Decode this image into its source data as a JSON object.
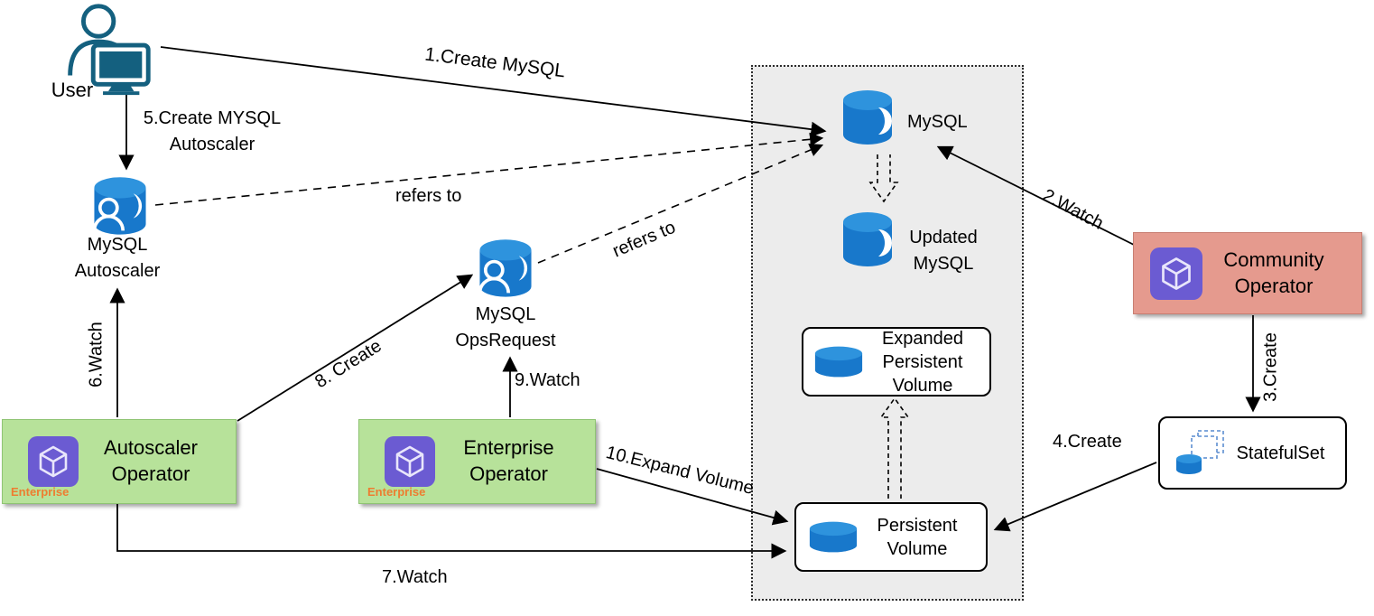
{
  "diagram": {
    "nodes": {
      "user": {
        "label": "User"
      },
      "mysql_autoscaler": {
        "label": "MySQL Autoscaler"
      },
      "mysql_opsrequest": {
        "label": "MySQL OpsRequest"
      },
      "mysql": {
        "label": "MySQL"
      },
      "updated_mysql": {
        "label": "Updated MySQL"
      },
      "expanded_pv": {
        "label": "Expanded Persistent Volume"
      },
      "persistent_volume": {
        "label": "Persistent Volume"
      },
      "community_operator": {
        "label": "Community Operator"
      },
      "statefulset": {
        "label": "StatefulSet"
      },
      "autoscaler_operator": {
        "label": "Autoscaler Operator",
        "badge": "Enterprise"
      },
      "enterprise_operator": {
        "label": "Enterprise Operator",
        "badge": "Enterprise"
      }
    },
    "edges": {
      "e1": {
        "label": "1.Create MySQL"
      },
      "e2": {
        "label": "2.Watch"
      },
      "e3": {
        "label": "3.Create"
      },
      "e4": {
        "label": "4.Create"
      },
      "e5": {
        "label": "5.Create MYSQL Autoscaler"
      },
      "e6": {
        "label": "6.Watch"
      },
      "e7": {
        "label": "7.Watch"
      },
      "e8": {
        "label": "8. Create"
      },
      "e9": {
        "label": "9.Watch"
      },
      "e10": {
        "label": "10.Expand Volume"
      },
      "refers_a": {
        "label": "refers to"
      },
      "refers_b": {
        "label": "refers to"
      }
    },
    "colors": {
      "db_blue": "#1878cb",
      "db_blue_light": "#2e93dd",
      "operator_purple": "#6b5bd2",
      "enterprise_green": "#b7e29a",
      "community_salmon": "#e59a8e",
      "enterprise_badge_orange": "#ed7d31",
      "user_teal": "#14607f",
      "region_gray": "#ececec"
    }
  }
}
